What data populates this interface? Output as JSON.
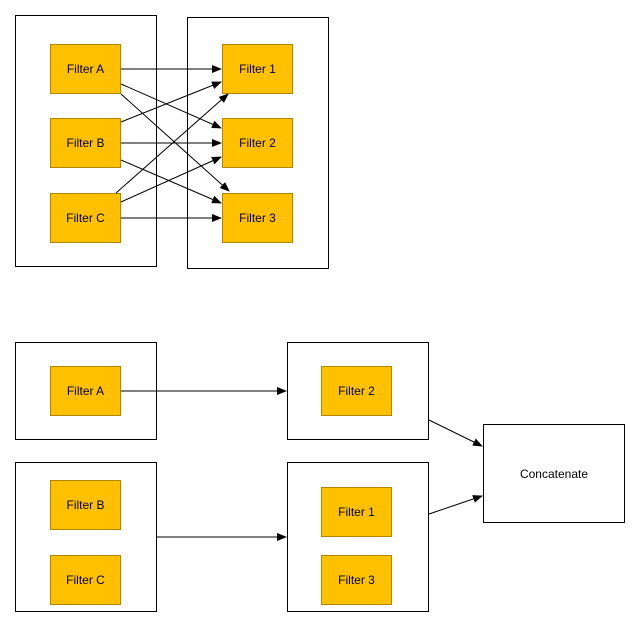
{
  "top": {
    "inputs": [
      "Filter A",
      "Filter B",
      "Filter C"
    ],
    "outputs": [
      "Filter 1",
      "Filter 2",
      "Filter 3"
    ]
  },
  "bottom": {
    "group1": {
      "input": "Filter A",
      "output": "Filter 2"
    },
    "group2": {
      "inputs": [
        "Filter B",
        "Filter C"
      ],
      "outputs": [
        "Filter 1",
        "Filter 3"
      ]
    },
    "concat": "Concatenate"
  },
  "colors": {
    "filter_fill": "#ffc000",
    "stroke": "#000000"
  }
}
